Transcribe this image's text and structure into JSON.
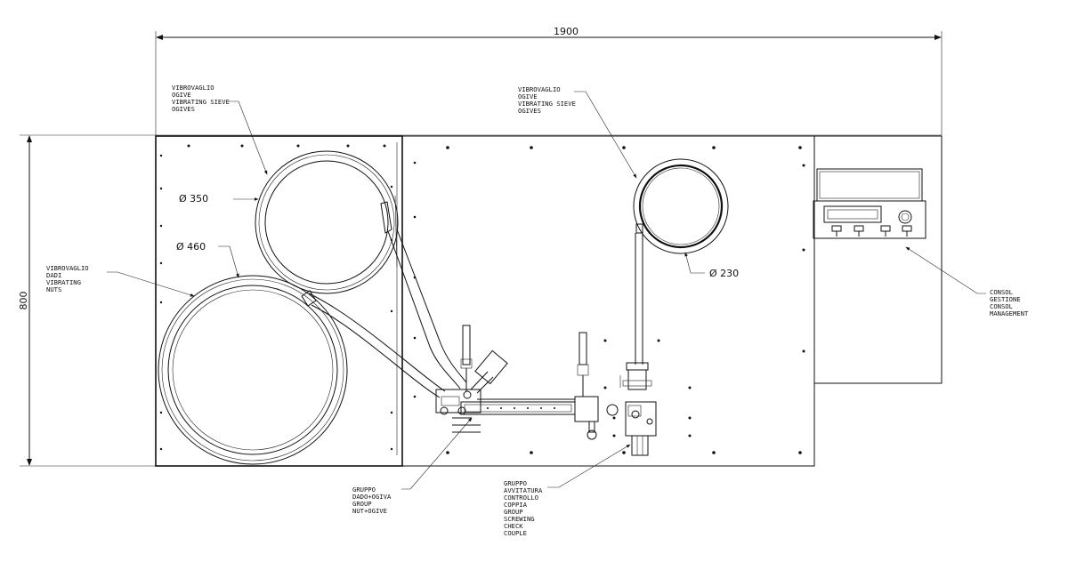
{
  "dimensions": {
    "width": "1900",
    "height": "800"
  },
  "diameters": {
    "d350": "Ø 350",
    "d460": "Ø 460",
    "d230": "Ø 230"
  },
  "callouts": {
    "sieve_ogives_left": [
      "VIBROVAGLIO",
      "OGIVE",
      "VIBRATING SIEVE",
      "OGIVES"
    ],
    "sieve_ogives_right": [
      "VIBROVAGLIO",
      "OGIVE",
      "VIBRATING SIEVE",
      "OGIVES"
    ],
    "sieve_nuts": [
      "VIBROVAGLIO",
      "DADI",
      "VIBRATING",
      "NUTS"
    ],
    "console": [
      "CONSOL",
      "GESTIONE",
      "CONSOL",
      "MANAGEMENT"
    ],
    "group_nut_ogive": [
      "GRUPPO",
      "DADO+OGIVA",
      "GROUP",
      "NUT+OGIVE"
    ],
    "group_screwing": [
      "GRUPPO",
      "AVVITATURA",
      "CONTROLLO",
      "COPPIA",
      "GROUP",
      "SCREWING",
      "CHECK",
      "COUPLE"
    ]
  }
}
